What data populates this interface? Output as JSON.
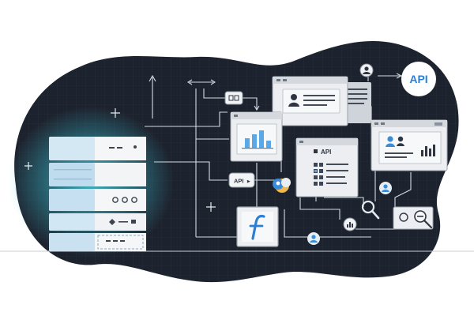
{
  "labels": {
    "api_badge": "API",
    "api_pill": "API",
    "api_card": "API",
    "api_pill_arrow": "▸"
  },
  "colors": {
    "background": "#ffffff",
    "blob": "#1d232e",
    "server_glow": "#4fe0ee",
    "server_light": "#d6e9f5",
    "server_mid": "#c2dcef",
    "card": "#e9ebee",
    "card_border": "#b8bec6",
    "accent_blue": "#2d7fd6",
    "chart_blue": "#5aa8e6"
  },
  "icons": [
    "server-rack-icon",
    "user-avatar-icon",
    "bar-chart-icon",
    "function-f-icon",
    "magnifier-icon",
    "sparkle-icon",
    "cloud-user-icon"
  ]
}
